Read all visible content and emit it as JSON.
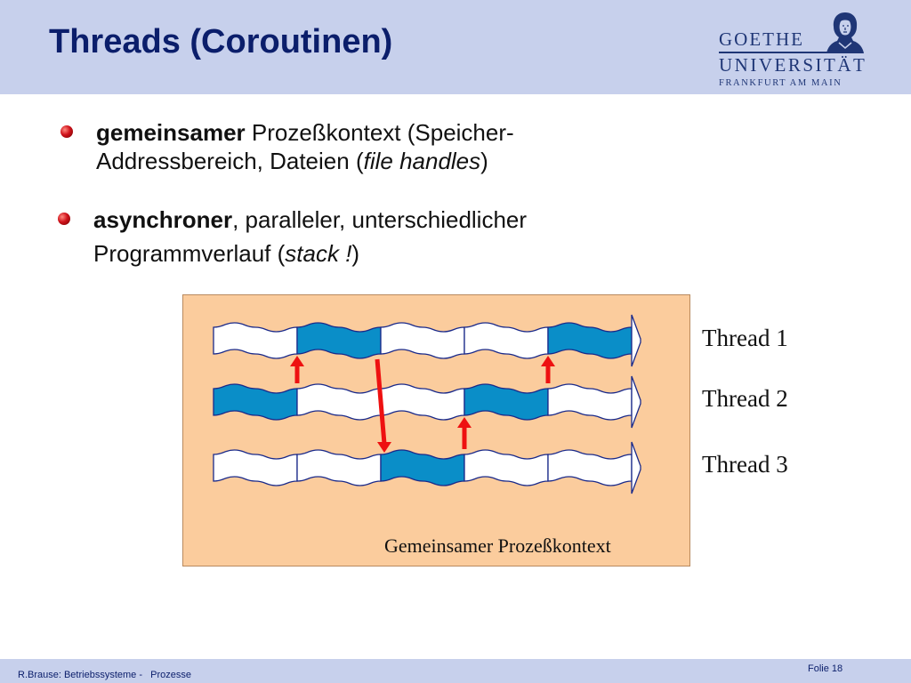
{
  "slide": {
    "title": "Threads (Coroutinen)",
    "logo": {
      "line1": "GOETHE",
      "line2": "UNIVERSITÄT",
      "line3": "FRANKFURT AM MAIN"
    },
    "bullets": [
      {
        "bold": "gemeinsamer",
        "text_before_italic": " Prozeßkontext (Speicher-",
        "line2_text": "Addressbereich, Dateien (",
        "italic": "file handles",
        "text_after_italic": ")"
      },
      {
        "bold": "asynchroner",
        "text_before_italic": ", paralleler, unterschiedlicher",
        "line2_text": "Programmverlauf (",
        "italic": "stack !",
        "text_after_italic": ")"
      }
    ],
    "diagram": {
      "threads": [
        {
          "label": "Thread 1",
          "active_segments": [
            2,
            5
          ]
        },
        {
          "label": "Thread 2",
          "active_segments": [
            1,
            4
          ]
        },
        {
          "label": "Thread 3",
          "active_segments": [
            3
          ]
        }
      ],
      "segments_per_thread": 5,
      "switch_arrows": [
        {
          "from_thread": 2,
          "to_thread": 1,
          "at_boundary": 1
        },
        {
          "from_thread": 1,
          "to_thread": 3,
          "at_boundary": 2
        },
        {
          "from_thread": 3,
          "to_thread": 2,
          "at_boundary": 3
        },
        {
          "from_thread": 2,
          "to_thread": 1,
          "at_boundary": 4
        }
      ],
      "context_label": "Gemeinsamer Prozeßkontext",
      "colors": {
        "background": "#fbcc9d",
        "active_segment": "#0a8ec8",
        "inactive_segment": "#ffffff",
        "outline": "#1a2a8a",
        "switch_arrow": "#ee1111"
      }
    },
    "footer": {
      "left": "R.Brause: Betriebssysteme -   Prozesse",
      "right": "Folie 18"
    }
  }
}
